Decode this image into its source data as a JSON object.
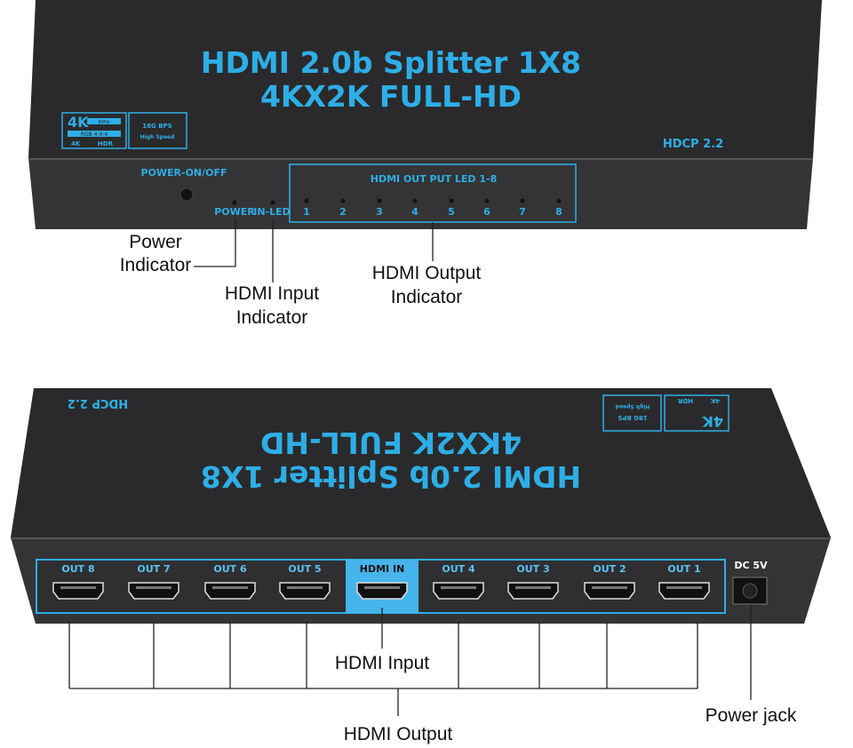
{
  "top_device": {
    "title_line1": "HDMI 2.0b Splitter 1X8",
    "title_line2": "4KX2K FULL-HD",
    "hdcp": "HDCP 2.2",
    "badge_4k": {
      "big": "4K",
      "small": "60Hz",
      "rgb": "RGB 4:4:4",
      "bottom_left": "4K",
      "bottom_right": "HDR"
    },
    "badge_speed": {
      "line1": "18G BPS",
      "line2": "High Speed"
    },
    "power_switch_label": "POWER-ON/OFF",
    "power_led_label": "POWER",
    "input_led_label": "IN-LED",
    "output_led_title": "HDMI OUT PUT LED 1-8",
    "output_led_numbers": [
      "1",
      "2",
      "3",
      "4",
      "5",
      "6",
      "7",
      "8"
    ]
  },
  "top_callouts": {
    "power_indicator": [
      "Power",
      "Indicator"
    ],
    "hdmi_input_indicator": [
      "HDMI Input",
      "Indicator"
    ],
    "hdmi_output_indicator": [
      "HDMI Output",
      "Indicator"
    ]
  },
  "bottom_device": {
    "ports": [
      "OUT 8",
      "OUT 7",
      "OUT 6",
      "OUT 5",
      "HDMI IN",
      "OUT 4",
      "OUT 3",
      "OUT 2",
      "OUT 1"
    ],
    "dc_label": "DC 5V"
  },
  "bottom_callouts": {
    "hdmi_input": "HDMI Input",
    "hdmi_output": "HDMI Output",
    "power_jack": "Power jack"
  },
  "colors": {
    "accent": "#2eaee6",
    "body": "#2b2b2d",
    "highlight": "#45b4ea"
  }
}
